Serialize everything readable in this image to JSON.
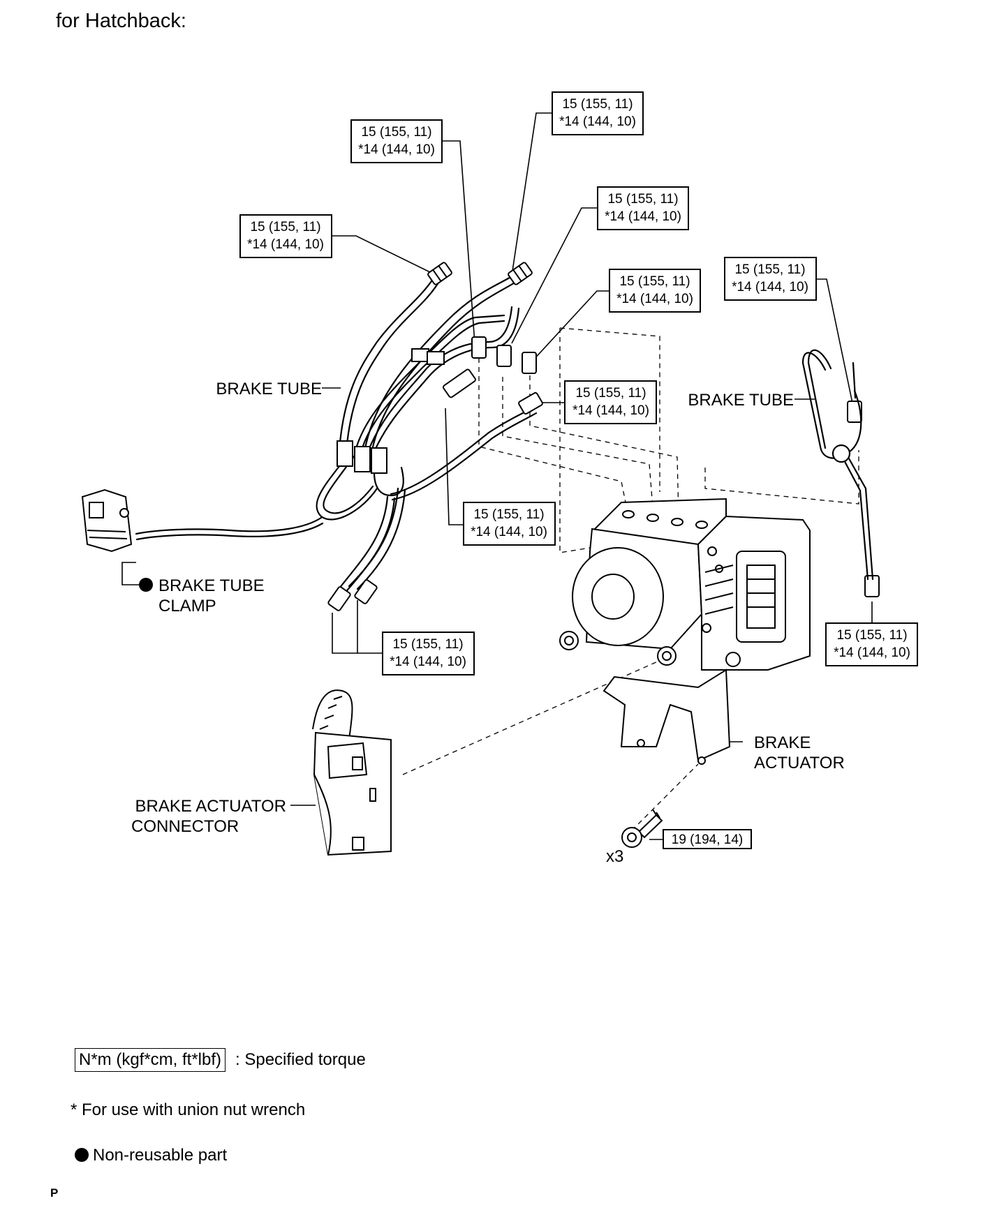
{
  "title": "for Hatchback:",
  "torque_boxes": [
    {
      "id": "t1",
      "line1": "15 (155, 11)",
      "line2": "*14 (144, 10)"
    },
    {
      "id": "t2",
      "line1": "15 (155, 11)",
      "line2": "*14 (144, 10)"
    },
    {
      "id": "t3",
      "line1": "15 (155, 11)",
      "line2": "*14 (144, 10)"
    },
    {
      "id": "t4",
      "line1": "15 (155, 11)",
      "line2": "*14 (144, 10)"
    },
    {
      "id": "t5",
      "line1": "15 (155, 11)",
      "line2": "*14 (144, 10)"
    },
    {
      "id": "t6",
      "line1": "15 (155, 11)",
      "line2": "*14 (144, 10)"
    },
    {
      "id": "t7",
      "line1": "15 (155, 11)",
      "line2": "*14 (144, 10)"
    },
    {
      "id": "t8",
      "line1": "15 (155, 11)",
      "line2": "*14 (144, 10)"
    },
    {
      "id": "t9",
      "line1": "15 (155, 11)",
      "line2": "*14 (144, 10)"
    },
    {
      "id": "t10",
      "line1": "15 (155, 11)",
      "line2": "*14 (144, 10)"
    }
  ],
  "bolt_torque": "19 (194, 14)",
  "bolt_qty": "x3",
  "labels": {
    "brake_tube_left": "BRAKE TUBE",
    "brake_tube_right": "BRAKE TUBE",
    "clamp_line1": "BRAKE TUBE",
    "clamp_line2": "CLAMP",
    "actuator_line1": "BRAKE",
    "actuator_line2": "ACTUATOR",
    "connector_line1": "BRAKE ACTUATOR",
    "connector_line2": "CONNECTOR"
  },
  "legend": {
    "torque_unit": "N*m (kgf*cm, ft*lbf)",
    "torque_desc": ": Specified torque",
    "union_nut": "* For use with union nut wrench",
    "non_reusable": "Non-reusable part"
  },
  "footer": "P"
}
